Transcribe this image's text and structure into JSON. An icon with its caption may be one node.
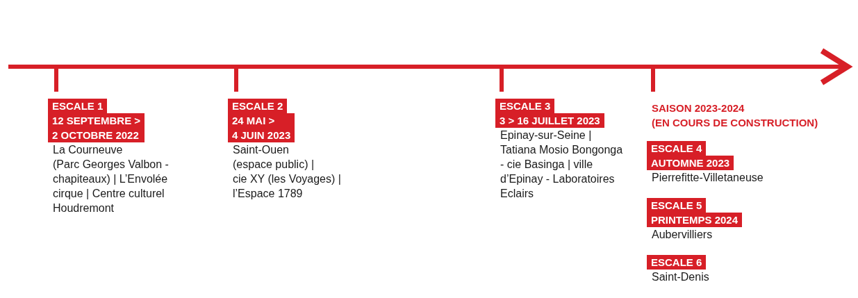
{
  "diagram": {
    "nodes": [
      {
        "text": [
          "ESCALE 1",
          "12 SEPTEMBRE > 2 OCTOBRE 2022",
          "La Courneuve (Parc Georges Valbon - chapiteaux) | L’Envolée cirque | Centre culturel Houdremont"
        ]
      },
      {
        "text": [
          "ESCALE 2",
          "24 MAI > 4 JUIN 2023",
          "Saint-Ouen (espace public) | cie XY (les Voyages) | l’Espace 1789"
        ]
      },
      {
        "text": [
          "ESCALE 3",
          "3 > 16 JUILLET 2023",
          "Epinay-sur-Seine | Tatiana Mosio Bongonga - cie Basinga | ville d’Epinay - Laboratoires Eclairs"
        ]
      },
      {
        "text": [
          "ESCALE 4",
          "AUTOMNE 2023",
          "Pierrefitte-Villetaneuse"
        ]
      },
      {
        "text": [
          "ESCALE 5",
          "PRINTEMPS 2024",
          "Aubervilliers"
        ]
      },
      {
        "text": [
          "ESCALE 6",
          "Saint-Denis"
        ]
      }
    ],
    "labels": [
      "SAISON 2023-2024 (EN COURS DE CONSTRUCTION)"
    ]
  }
}
